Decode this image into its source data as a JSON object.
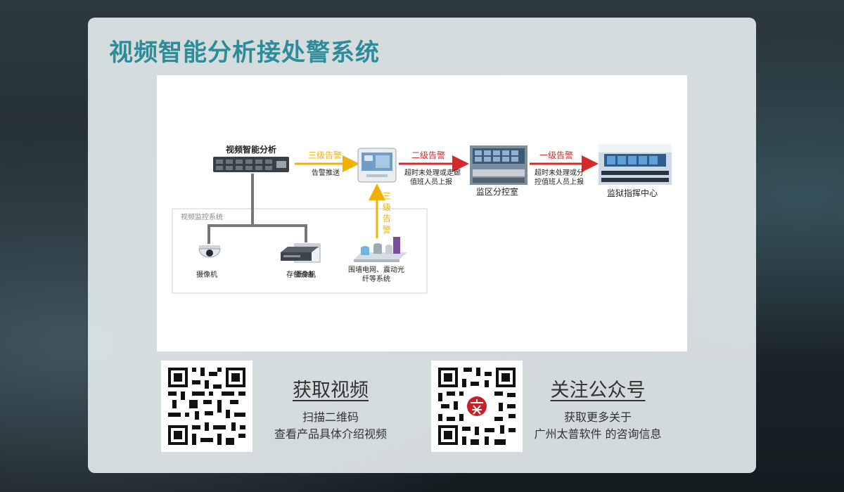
{
  "page_title": "视频智能分析接处警系统",
  "diagram": {
    "analysis_label": "视频智能分析",
    "arrow1_label": "三级告警",
    "arrow1_sublabel": "告警推送",
    "arrow2_label": "二级告警",
    "arrow2_sublabel_lines": [
      "超时未处理或走廊",
      "值班人员上报"
    ],
    "arrow3_label": "一级告警",
    "arrow3_sublabel_lines": [
      "超时未处理或分",
      "控值班人员上报"
    ],
    "vertical_arrow_chars": [
      "三",
      "级",
      "告",
      "警"
    ],
    "branch_room_label": "监区分控室",
    "command_center_label": "监狱指挥中心",
    "monitoring_system_label": "视频监控系统",
    "device_labels": [
      "摄像机",
      "摄像机",
      "存储设备"
    ],
    "perimeter_label_lines": [
      "围墙电网、震动光",
      "纤等系统"
    ],
    "colors": {
      "warn_yellow": "#f2b100",
      "warn_red": "#d62a2a",
      "connector_gray": "#777777",
      "title_teal": "#2e8c9a"
    }
  },
  "promo_video": {
    "title": "获取视频",
    "line1": "扫描二维码",
    "line2": "查看产品具体介绍视频"
  },
  "promo_wechat": {
    "title": "关注公众号",
    "line1": "获取更多关于",
    "line2": "广州太普软件 的咨询信息"
  }
}
